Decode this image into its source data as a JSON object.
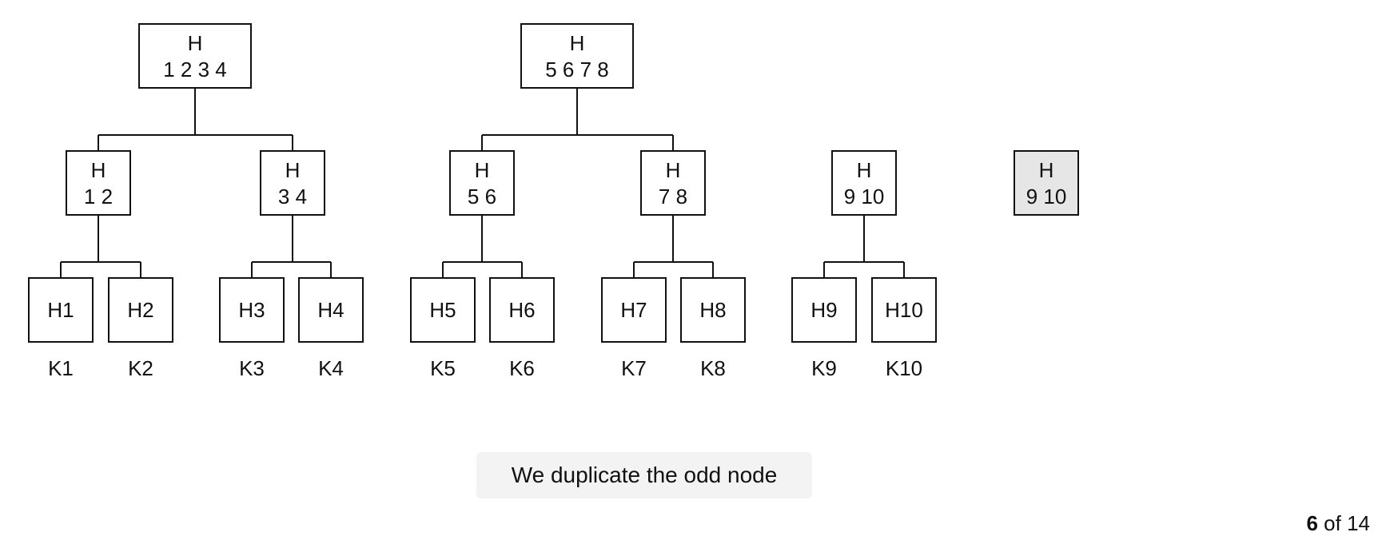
{
  "diagram": {
    "title": "",
    "level2": [
      {
        "label": "H",
        "keys": "1 2 3 4",
        "highlighted": false
      },
      {
        "label": "H",
        "keys": "5 6 7 8",
        "highlighted": false
      }
    ],
    "level1": [
      {
        "label": "H",
        "keys": "1 2",
        "highlighted": false
      },
      {
        "label": "H",
        "keys": "3 4",
        "highlighted": false
      },
      {
        "label": "H",
        "keys": "5 6",
        "highlighted": false
      },
      {
        "label": "H",
        "keys": "7 8",
        "highlighted": false
      },
      {
        "label": "H",
        "keys": "9 10",
        "highlighted": false
      },
      {
        "label": "H",
        "keys": "9 10",
        "highlighted": true
      }
    ],
    "leaves": [
      {
        "label": "H1",
        "key": "K1"
      },
      {
        "label": "H2",
        "key": "K2"
      },
      {
        "label": "H3",
        "key": "K3"
      },
      {
        "label": "H4",
        "key": "K4"
      },
      {
        "label": "H5",
        "key": "K5"
      },
      {
        "label": "H6",
        "key": "K6"
      },
      {
        "label": "H7",
        "key": "K7"
      },
      {
        "label": "H8",
        "key": "K8"
      },
      {
        "label": "H9",
        "key": "K9"
      },
      {
        "label": "H10",
        "key": "K10"
      }
    ],
    "colors": {
      "stroke": "#111111",
      "highlight_fill": "#e6e6e6",
      "caption_bg": "#f3f3f3"
    }
  },
  "caption": "We duplicate the odd node",
  "pagination": {
    "current": "6",
    "separator": "of",
    "total": "14"
  }
}
